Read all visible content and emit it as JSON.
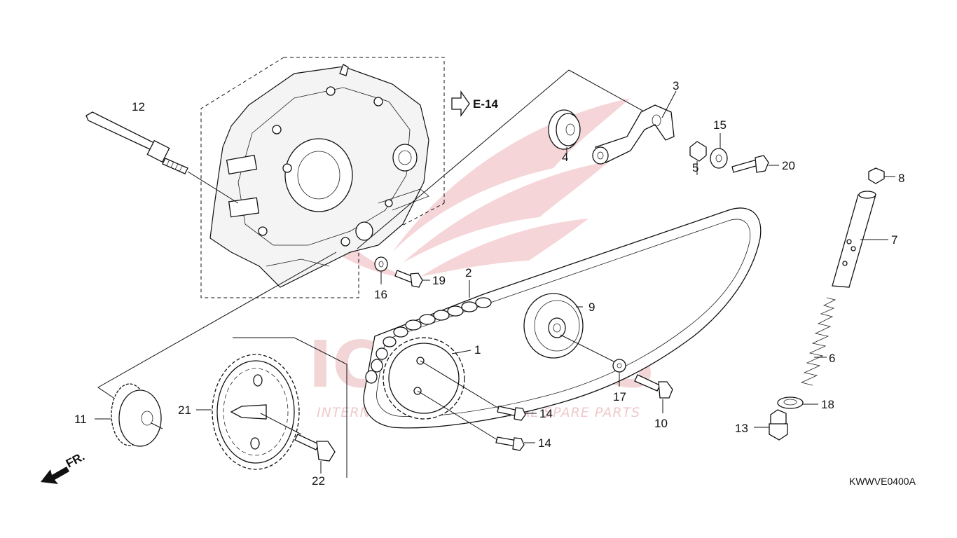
{
  "watermark": {
    "brand": "ICSPARTS",
    "tagline": "INTERNATIONAL CONTINENTAL SPARE PARTS"
  },
  "reference": {
    "arrow_label": "E-14"
  },
  "front_indicator": {
    "label": "FR."
  },
  "diagram_code": "KWWVE0400A",
  "callouts": {
    "c1": "1",
    "c2": "2",
    "c3": "3",
    "c4": "4",
    "c5": "5",
    "c6": "6",
    "c7": "7",
    "c8": "8",
    "c9": "9",
    "c10": "10",
    "c11": "11",
    "c12": "12",
    "c13": "13",
    "c14a": "14",
    "c14b": "14",
    "c15": "15",
    "c16": "16",
    "c17": "17",
    "c18": "18",
    "c19": "19",
    "c20": "20",
    "c21": "21",
    "c22": "22"
  },
  "colors": {
    "watermark": "#e9b3b7",
    "line": "#111111",
    "background": "#ffffff"
  }
}
